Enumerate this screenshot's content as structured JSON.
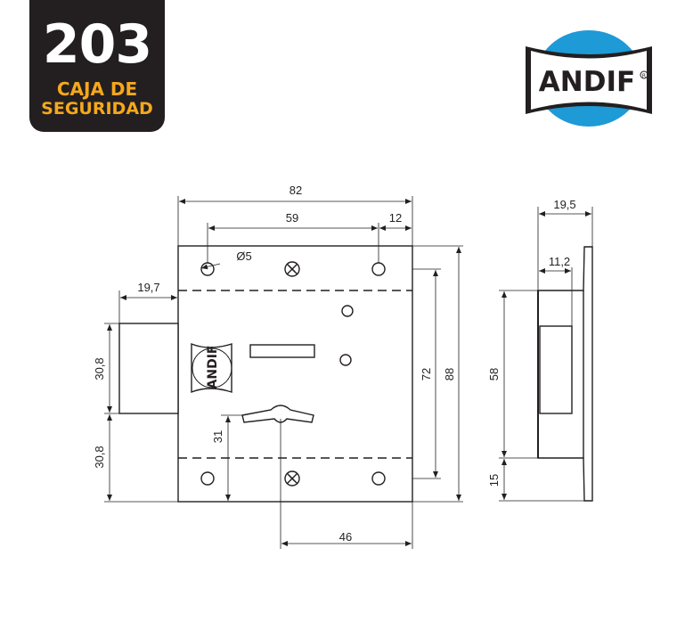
{
  "badge": {
    "model": "203",
    "line1": "CAJA DE",
    "line2": "SEGURIDAD"
  },
  "brand": {
    "name": "ANDIF",
    "mark": "R",
    "colors": {
      "blue": "#1e9ad6",
      "black": "#231f20",
      "badge_text": "#f5a81c"
    }
  },
  "dimensions": {
    "overall_width": "82",
    "hole_spacing": "59",
    "hole_edge": "12",
    "hole_diameter": "Ø5",
    "bolt_throw": "19,7",
    "bolt_height": "30,8",
    "bolt_offset": "30,8",
    "keyhole_height": "31",
    "backset": "46",
    "hole_vertical": "72",
    "overall_height": "88",
    "side_depth": "19,5",
    "side_inner": "11,2",
    "side_height": "58",
    "side_bottom": "15"
  },
  "body_logo": "ANDIF"
}
